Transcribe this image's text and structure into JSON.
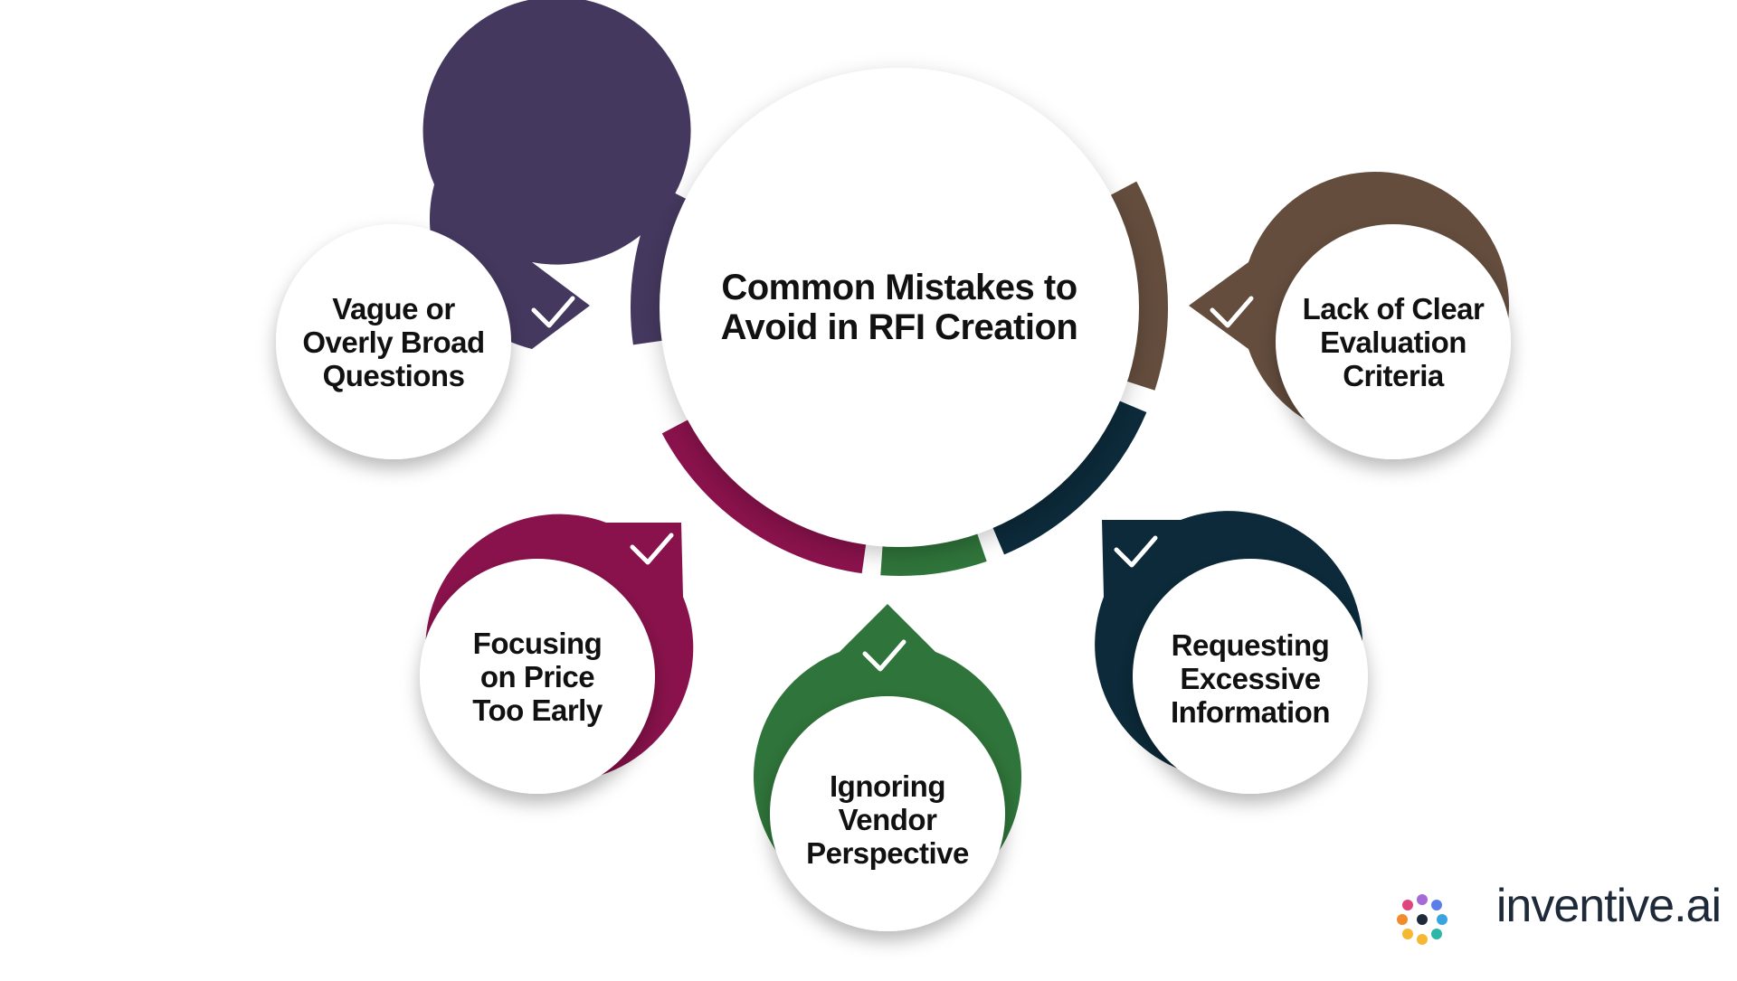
{
  "title_lines": [
    "Common Mistakes to",
    "Avoid in RFI Creation"
  ],
  "items": [
    {
      "lines": [
        "Vague or",
        "Overly Broad",
        "Questions"
      ],
      "color": "#45385f"
    },
    {
      "lines": [
        "Lack of Clear",
        "Evaluation",
        "Criteria"
      ],
      "color": "#644d3d"
    },
    {
      "lines": [
        "Focusing",
        "on Price",
        "Too Early"
      ],
      "color": "#8a124c"
    },
    {
      "lines": [
        "Ignoring",
        "Vendor",
        "Perspective"
      ],
      "color": "#2f743a"
    },
    {
      "lines": [
        "Requesting",
        "Excessive",
        "Information"
      ],
      "color": "#0c2a3a"
    }
  ],
  "brand": {
    "name": "inventive.ai",
    "icon": "inventive-logo-icon"
  },
  "icons": {
    "check": "check-icon"
  }
}
